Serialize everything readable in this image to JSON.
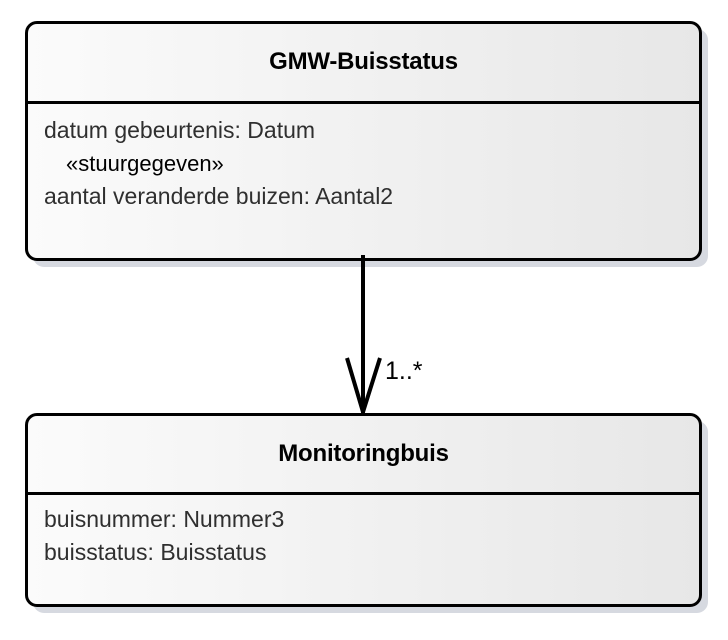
{
  "diagram": {
    "type": "uml-class-diagram",
    "background_color": "#ffffff",
    "classes": [
      {
        "id": "gmw-buisstatus",
        "name": "GMW-Buisstatus",
        "attributes": [
          {
            "text": "datum gebeurtenis: Datum",
            "kind": "attribute"
          },
          {
            "text": "«stuurgegeven»",
            "kind": "stereotype"
          },
          {
            "text": "aantal veranderde buizen: Aantal2",
            "kind": "attribute"
          }
        ]
      },
      {
        "id": "monitoringbuis",
        "name": "Monitoringbuis",
        "attributes": [
          {
            "text": "buisnummer: Nummer3",
            "kind": "attribute"
          },
          {
            "text": "buisstatus: Buisstatus",
            "kind": "attribute"
          }
        ]
      }
    ],
    "association": {
      "source": "GMW-Buisstatus",
      "target": "Monitoringbuis",
      "multiplicity_target": "1..*",
      "arrow_style": "open-arrowhead",
      "direction": "down",
      "line_color": "#000000"
    },
    "style": {
      "border_color": "#000000",
      "fill_gradient_start": "#fbfbfb",
      "fill_gradient_end": "#e7e7e7",
      "shadow_color": "#b5bac6",
      "title_color": "#000000",
      "attribute_color": "#2f2f2f"
    }
  }
}
